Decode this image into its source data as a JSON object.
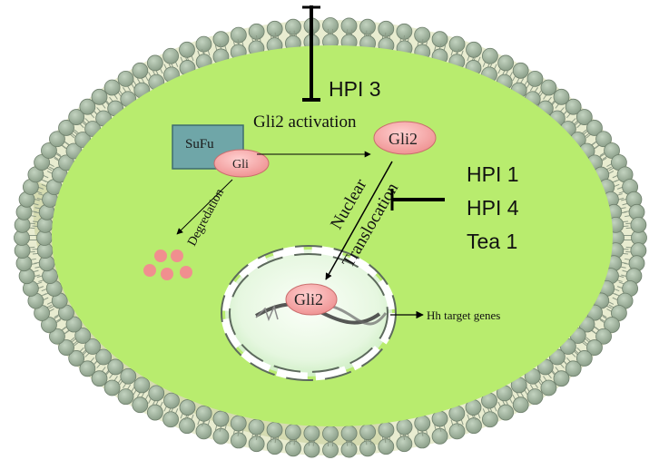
{
  "labels": {
    "gli2_activation": "Gli2 activation",
    "sufu": "SuFu",
    "gli": "Gli",
    "gli2_cytoplasm": "Gli2",
    "gli2_nucleus": "Gli2",
    "degredation": "Degredation",
    "nuclear": "Nuclear",
    "translocation": "Translocation",
    "hh_target_genes": "Hh target genes"
  },
  "inhibitors": {
    "activation_block": [
      "HPI 3"
    ],
    "translocation_block": [
      "HPI 1",
      "HPI 4",
      "Tea 1"
    ]
  },
  "colors": {
    "cytoplasm": "#b8ec6e",
    "membrane_head": "#9fb39d",
    "membrane_tail": "#dfe5c2",
    "gli_protein": "#f4a6a6",
    "sufu_box": "#6fa6a8",
    "degradation_spheres": "#f08f8f",
    "nucleus": "#e5f7e0",
    "dna": "#4a4a4a"
  }
}
